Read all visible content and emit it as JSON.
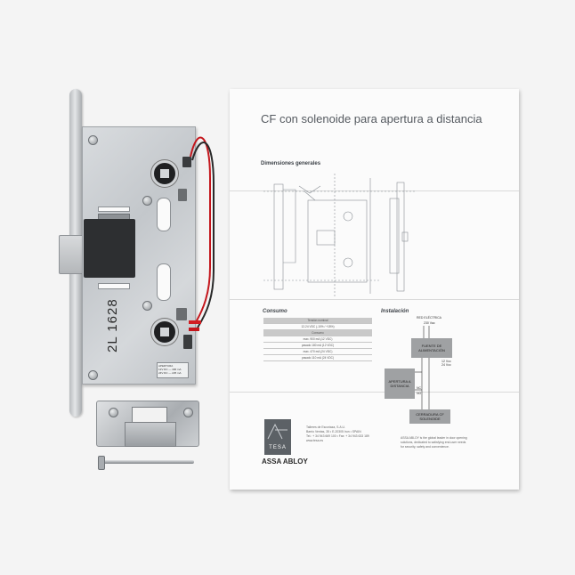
{
  "lock": {
    "case_marking": "2L 1628",
    "sticker_lines": [
      "APERTURA",
      "12V DC — 400 mA",
      "24V DC — 225 mA"
    ]
  },
  "leaflet": {
    "title": "CF con solenoide para apertura a distancia",
    "dimensions_heading": "Dimensiones generales",
    "consumption_heading": "Consumo",
    "installation_heading": "Instalación",
    "table_rows": [
      "Tensión nominal",
      "12-24 VDC (-10% / +15%)",
      "Consumo",
      "max. 900 mA (12 VDC)",
      "pasado 180 mA (12 VDC)",
      "max. 470 mA (24 VDC)",
      "pasado 110 mA (24 VDC)"
    ],
    "diagram": {
      "network": "RED ELÉCTRICA",
      "network_voltage": "230 Vac",
      "power_supply": "FUENTE DE ALIMENTACIÓN",
      "remote_opening": "APERTURA A DISTANCIA",
      "lock_box": "CERRADURA CF SOLENOIDE",
      "voltage_out": "12 Vcc 24 Vcc",
      "nc_label": "NC",
      "no_label": "NO"
    },
    "brand_logo": "TESA",
    "group_name": "ASSA ABLOY",
    "company_lines": [
      "Talleres de Escoriaza, S.A.U.",
      "Barrio Ventas, 35 • E-20305 Irun • SPAIN",
      "Tel.: + 34 943 669 100 • Fax: + 34 943 633 189",
      "www.tesa.es"
    ],
    "group_lines": [
      "ASSA ABLOY is the global leader in door opening",
      "solutions, dedicated to satisfying end-user needs",
      "for security, safety and convenience."
    ]
  },
  "colors": {
    "background": "#f4f4f4",
    "metal": "#c3c7cb",
    "wire_red": "#c4161c",
    "logo_gray": "#5c6166"
  }
}
